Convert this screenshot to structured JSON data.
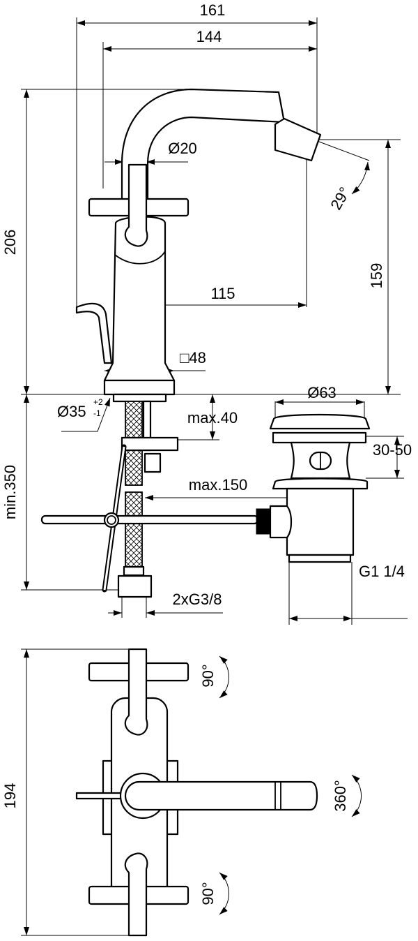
{
  "title": "Bidet mixer technical drawing",
  "side_view": {
    "width_total": "161",
    "width_spout": "144",
    "spout_diameter": "Ø20",
    "height_total": "206",
    "nozzle_angle": "29°",
    "spout_height": "159",
    "spout_reach": "115",
    "base_square": "□48",
    "hole_diameter": "Ø35",
    "hole_tol_plus": "+2",
    "hole_tol_minus": "-1",
    "deck_thickness": "max.40",
    "waste_diameter": "Ø63",
    "waste_range": "30-50",
    "rod_distance": "max.150",
    "min_clearance": "min.350",
    "waste_thread": "G1 1/4",
    "supply_thread": "2xG3/8"
  },
  "plan_view": {
    "depth_total": "194",
    "top_handle_rotation": "90°",
    "spout_rotation": "360°",
    "bottom_handle_rotation": "90°"
  }
}
